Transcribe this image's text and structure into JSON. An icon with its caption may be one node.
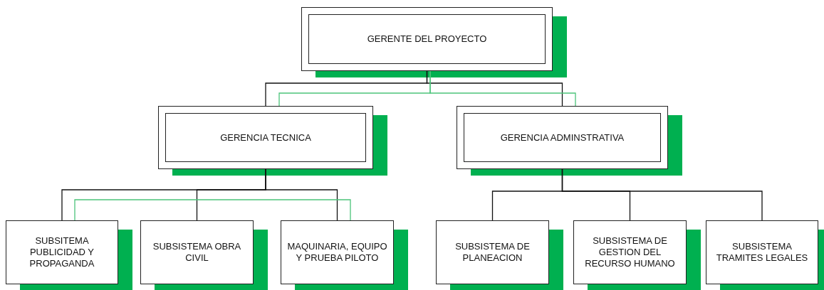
{
  "diagram": {
    "nodes": [
      {
        "text": [
          "GERENTE DEL PROYECTO"
        ]
      },
      {
        "text": [
          "GERENCIA TECNICA"
        ]
      },
      {
        "text": [
          "GERENCIA ADMINSTRATIVA"
        ]
      },
      {
        "text": [
          "SUBSITEMA PUBLICIDAD Y PROPAGANDA"
        ]
      },
      {
        "text": [
          "SUBSISTEMA OBRA CIVIL"
        ]
      },
      {
        "text": [
          "MAQUINARIA, EQUIPO Y PRUEBA PILOTO"
        ]
      },
      {
        "text": [
          "SUBSISTEMA DE PLANEACION"
        ]
      },
      {
        "text": [
          "SUBSISTEMA DE GESTION DEL RECURSO HUMANO"
        ]
      },
      {
        "text": [
          "SUBSISTEMA TRAMITES LEGALES"
        ]
      }
    ],
    "edges": [
      {
        "from": 0,
        "to": 1,
        "arrow": "none"
      },
      {
        "from": 0,
        "to": 2,
        "arrow": "none"
      },
      {
        "from": 0,
        "to": 1,
        "arrow": "none",
        "color": "#4cc47a"
      },
      {
        "from": 0,
        "to": 2,
        "arrow": "none",
        "color": "#4cc47a"
      },
      {
        "from": 1,
        "to": 3,
        "arrow": "none"
      },
      {
        "from": 1,
        "to": 4,
        "arrow": "none"
      },
      {
        "from": 1,
        "to": 5,
        "arrow": "none"
      },
      {
        "from": 3,
        "to": 5,
        "arrow": "none",
        "color": "#4cc47a"
      },
      {
        "from": 2,
        "to": 6,
        "arrow": "none"
      },
      {
        "from": 2,
        "to": 7,
        "arrow": "none"
      },
      {
        "from": 2,
        "to": 8,
        "arrow": "none"
      }
    ]
  }
}
